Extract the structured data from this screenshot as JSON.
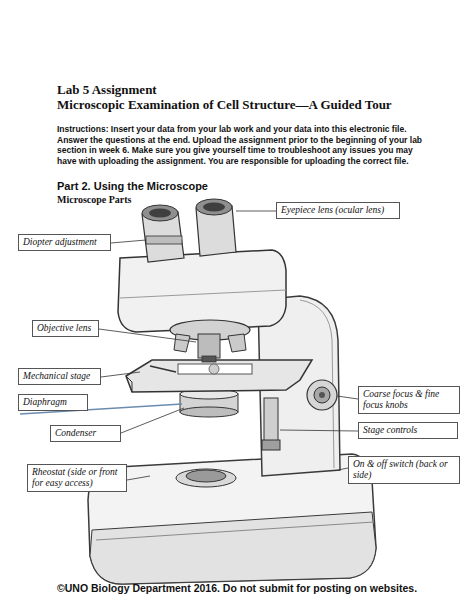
{
  "diagram": {
    "title": "Lab 5 Assignment",
    "nodes": [
      {
        "text": [
          "Eyepiece lens (ocular lens)"
        ]
      },
      {
        "text": [
          "Diopter adjustment"
        ]
      },
      {
        "text": [
          "Objective lens"
        ]
      },
      {
        "text": [
          "Mechanical stage"
        ]
      },
      {
        "text": [
          "Coarse focus & fine focus knobs"
        ]
      },
      {
        "text": [
          "Diaphragm"
        ]
      },
      {
        "text": [
          "Condenser"
        ]
      },
      {
        "text": [
          "Stage controls"
        ]
      },
      {
        "text": [
          "On & off switch (back or side)"
        ]
      },
      {
        "text": [
          "Rheostat (side or front for easy access)"
        ]
      }
    ],
    "labels": [
      "Microscopic Examination of Cell Structure—A Guided Tour",
      "Instructions: Insert your data from your lab work and your data into this electronic file. Answer the questions at the end. Upload the assignment prior to the beginning of your lab section in week 6. Make sure you give yourself time to troubleshoot any issues you may have with uploading the assignment. You are responsible for uploading the correct file.",
      "Part 2. Using the Microscope",
      "Microscope Parts",
      "©UNO Biology Department 2016. Do not submit for posting on websites."
    ]
  }
}
